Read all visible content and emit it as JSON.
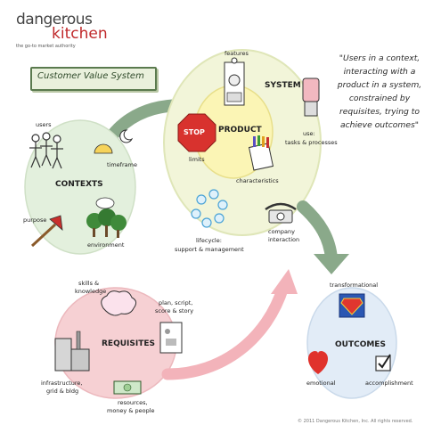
{
  "logo": {
    "line1": "dangerous",
    "line2": "kitchen",
    "tagline": "the go-to market authority"
  },
  "title_box": "Customer Value System",
  "quote": "\"Users in a context, interacting with a product in a system, constrained by requisites, trying to achieve outcomes\"",
  "system": {
    "label": "SYSTEM",
    "features": "features",
    "uses": "use:",
    "tasks": "tasks & processes",
    "lifecycle": "lifecycle:",
    "lifecycle2": "support & management",
    "company": "company",
    "company2": "interaction"
  },
  "product": {
    "label": "PRODUCT",
    "stop": "STOP",
    "limits": "limits",
    "characteristics": "characteristics"
  },
  "contexts": {
    "label": "CONTEXTS",
    "users": "users",
    "timeframe": "timeframe",
    "purpose": "purpose",
    "environment": "environment"
  },
  "requisites": {
    "label": "REQUISITES",
    "skills": "skills &",
    "skills2": "knowledge",
    "plan": "plan, script,",
    "plan2": "score & story",
    "infra": "infrastructure,",
    "infra2": "grid & bldg",
    "resources": "resources,",
    "resources2": "money & people"
  },
  "outcomes": {
    "label": "OUTCOMES",
    "transformational": "transformational",
    "emotional": "emotional",
    "accomplishment": "accomplishment"
  },
  "copyright": "© 2011 Dangerous Kitchen, Inc. All rights reserved.",
  "colors": {
    "system_fill": "#f2f5d9",
    "product_fill": "#fbf5b5",
    "contexts_fill": "#e3f0dd",
    "requisites_fill": "#f6d0d3",
    "outcomes_fill": "#e2ecf7",
    "green_arrow": "#8aa98a",
    "pink_arrow": "#f3b3ba",
    "stop_red": "#d8322e"
  }
}
